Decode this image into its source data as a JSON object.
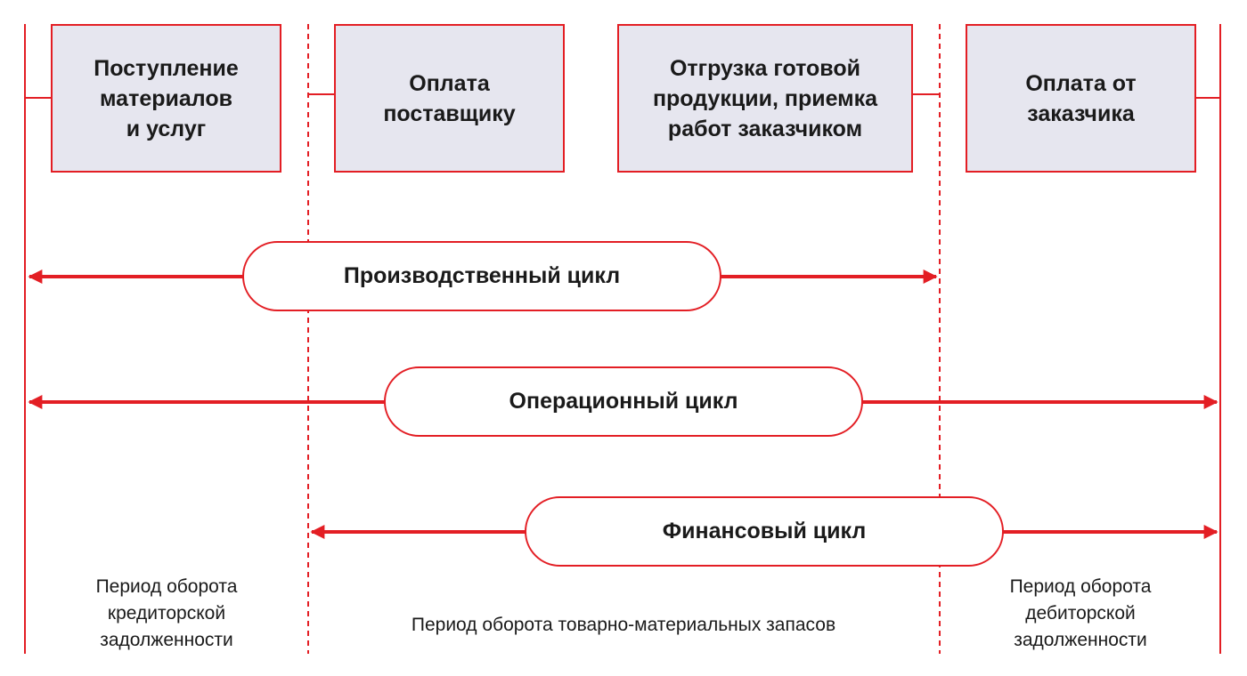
{
  "colors": {
    "accent": "#e31e24",
    "box_fill": "#e6e6ef",
    "text": "#1a1a1a",
    "background": "#ffffff"
  },
  "events": [
    {
      "label": "Поступление\nматериалов\nи услуг"
    },
    {
      "label": "Оплата\nпоставщику"
    },
    {
      "label": "Отгрузка готовой\nпродукции, приемка\nработ заказчиком"
    },
    {
      "label": "Оплата от\nзаказчика"
    }
  ],
  "cycles": [
    {
      "label": "Производственный цикл",
      "from_event": 1,
      "to_event": 3
    },
    {
      "label": "Операционный цикл",
      "from_event": 1,
      "to_event": 4
    },
    {
      "label": "Финансовый цикл",
      "from_event": 2,
      "to_event": 4
    }
  ],
  "periods": [
    {
      "label": "Период оборота\nкредиторской\nзадолженности"
    },
    {
      "label": "Период оборота товарно-материальных запасов"
    },
    {
      "label": "Период оборота\nдебиторской\nзадолженности"
    }
  ]
}
